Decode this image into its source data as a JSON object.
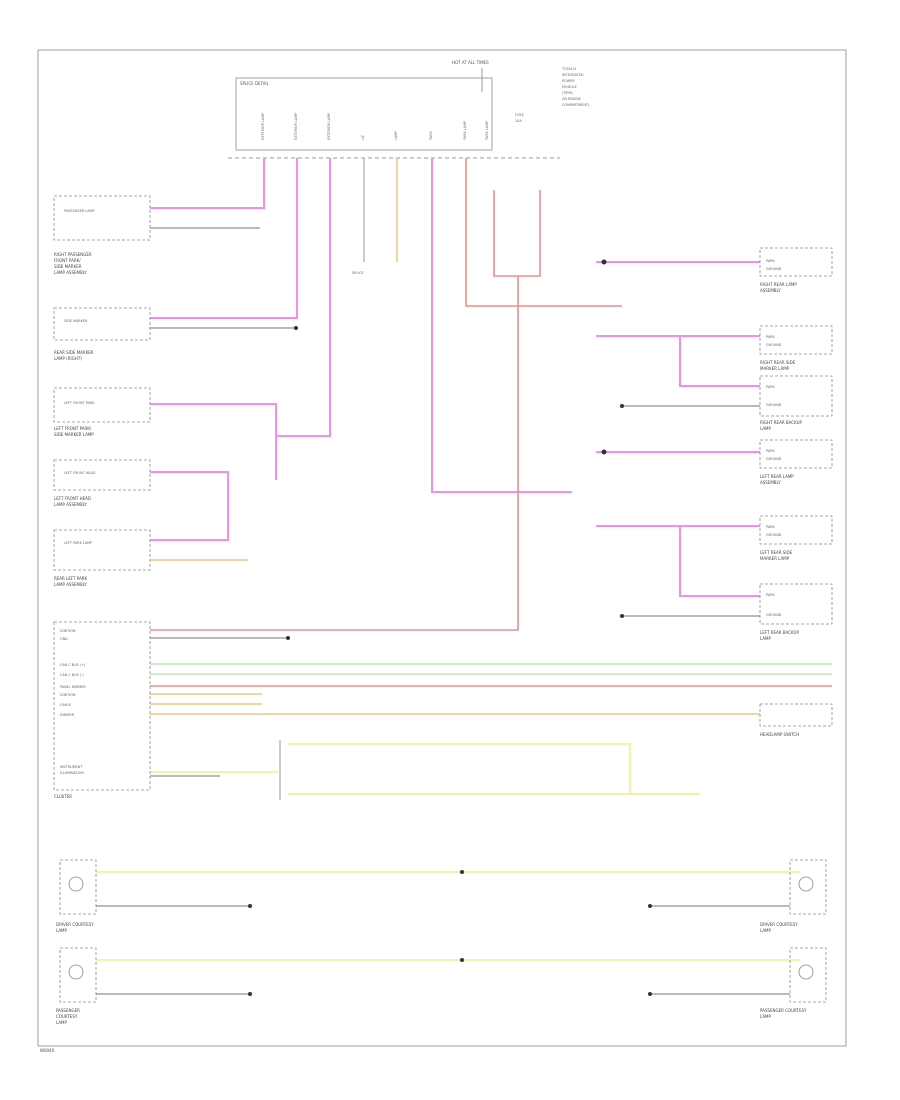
{
  "page_code": "W0040",
  "header": {
    "main_connector": "SPLICE DETAIL",
    "top_note": "HOT AT ALL TIMES",
    "side_note": [
      "TOTALLY",
      "INTEGRATED",
      "POWER",
      "MODULE",
      "(TIPM)",
      "(IN ENGINE",
      "COMPARTMENT)"
    ],
    "fuse_note": [
      "FUSE",
      "10A"
    ],
    "fuse_pins": [
      "EXTERIOR LAMP",
      "EXTERIOR LAMP",
      "EXTERIOR LAMP",
      "LIC",
      "LAMP",
      "PARK",
      "PARK LAMP",
      "PARK LAMP"
    ]
  },
  "left_components": [
    {
      "id": "rfp",
      "pin_label": "PASSENGER LAMP",
      "caption": [
        "RIGHT PASSENGER",
        "FRONT PARK/",
        "SIDE MARKER",
        "LAMP ASSEMBLY"
      ]
    },
    {
      "id": "rsm",
      "pin_label": "SIDE MARKER",
      "caption": [
        "REAR SIDE MARKER",
        "LAMP (RIGHT)"
      ]
    },
    {
      "id": "lfp",
      "pin_label": "LEFT FRONT PARK",
      "caption": [
        "LEFT FRONT PARK/",
        "SIDE MARKER LAMP"
      ]
    },
    {
      "id": "lfh",
      "pin_label": "LEFT FRONT HEAD",
      "caption": [
        "LEFT FRONT HEAD",
        "LAMP ASSEMBLY"
      ]
    },
    {
      "id": "rlp",
      "pin_label": "LEFT PARK LAMP",
      "caption": [
        "REAR LEFT PARK",
        "LAMP ASSEMBLY"
      ]
    }
  ],
  "right_components": [
    {
      "id": "rrt",
      "caption": [
        "RIGHT REAR LAMP",
        "ASSEMBLY"
      ],
      "pins": [
        "PARK",
        "GROUND"
      ]
    },
    {
      "id": "rrs",
      "caption": [
        "RIGHT REAR SIDE",
        "MARKER LAMP"
      ],
      "pins": [
        "PARK",
        "GROUND"
      ]
    },
    {
      "id": "rrb",
      "caption": [
        "RIGHT REAR BACKUP",
        "LAMP"
      ],
      "pins": [
        "PARK",
        "GROUND"
      ]
    },
    {
      "id": "lrt",
      "caption": [
        "LEFT REAR LAMP",
        "ASSEMBLY"
      ],
      "pins": [
        "PARK",
        "GROUND"
      ]
    },
    {
      "id": "lrs",
      "caption": [
        "LEFT REAR SIDE",
        "MARKER LAMP"
      ],
      "pins": [
        "PARK",
        "GROUND"
      ]
    },
    {
      "id": "lrb",
      "caption": [
        "LEFT REAR BACKUP",
        "LAMP"
      ],
      "pins": [
        "PARK",
        "GROUND"
      ]
    }
  ],
  "module": {
    "caption": "CLUSTER",
    "pins": [
      "IGNITION",
      "GND",
      "CAN C BUS (+)",
      "CAN C BUS (-)",
      "PANEL DIMMER",
      "IGNITION",
      "CAN B",
      "DIMMER",
      "INSTRUMENT",
      "ILLUMINATION"
    ],
    "headlamp_switch": "HEADLAMP SWITCH"
  },
  "bottom_components": [
    {
      "id": "dcl",
      "caption": [
        "DRIVER COURTESY",
        "LAMP"
      ],
      "right_caption": [
        "DRIVER COURTESY",
        "LAMP"
      ]
    },
    {
      "id": "pcl",
      "caption": [
        "PASSENGER",
        "COURTESY",
        "LAMP"
      ],
      "right_caption": [
        "PASSENGER COURTESY",
        "LAMP"
      ]
    }
  ],
  "wire_colors": {
    "magenta": "#f28cf0",
    "red": "#f28c8c",
    "green": "#b8ecb8",
    "yellow": "#f2ee8c",
    "orange": "#f2c48c",
    "black": "#444444"
  }
}
